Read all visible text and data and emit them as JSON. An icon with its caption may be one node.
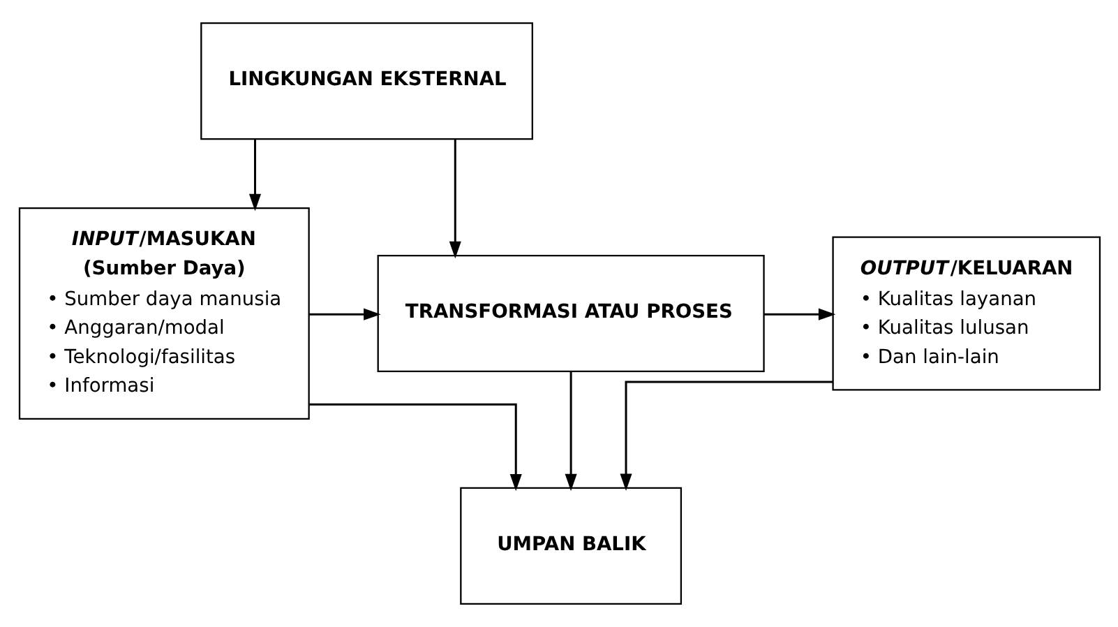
{
  "diagram": {
    "nodes": [
      {
        "text": [
          "LINGKUNGAN EKSTERNAL"
        ]
      },
      {
        "text": [
          "*INPUT*/MASUKAN",
          "(Sumber Daya)",
          "• Sumber daya manusia",
          "• Anggaran/modal",
          "• Teknologi/fasilitas",
          "• Informasi"
        ]
      },
      {
        "text": [
          "TRANSFORMASI ATAU PROSES"
        ]
      },
      {
        "text": [
          "*OUTPUT*/KELUARAN",
          "• Kualitas layanan",
          "• Kualitas lulusan",
          "• Dan lain-lain"
        ]
      },
      {
        "text": [
          "UMPAN BALIK"
        ]
      }
    ],
    "edges": [
      {
        "from": 0,
        "to": 1,
        "arrow": "to"
      },
      {
        "from": 0,
        "to": 2,
        "arrow": "to"
      },
      {
        "from": 1,
        "to": 2,
        "arrow": "to"
      },
      {
        "from": 2,
        "to": 3,
        "arrow": "to"
      },
      {
        "from": 2,
        "to": 4,
        "arrow": "to"
      },
      {
        "from": 1,
        "to": 4,
        "arrow": "to"
      },
      {
        "from": 3,
        "to": 4,
        "arrow": "to"
      }
    ]
  }
}
